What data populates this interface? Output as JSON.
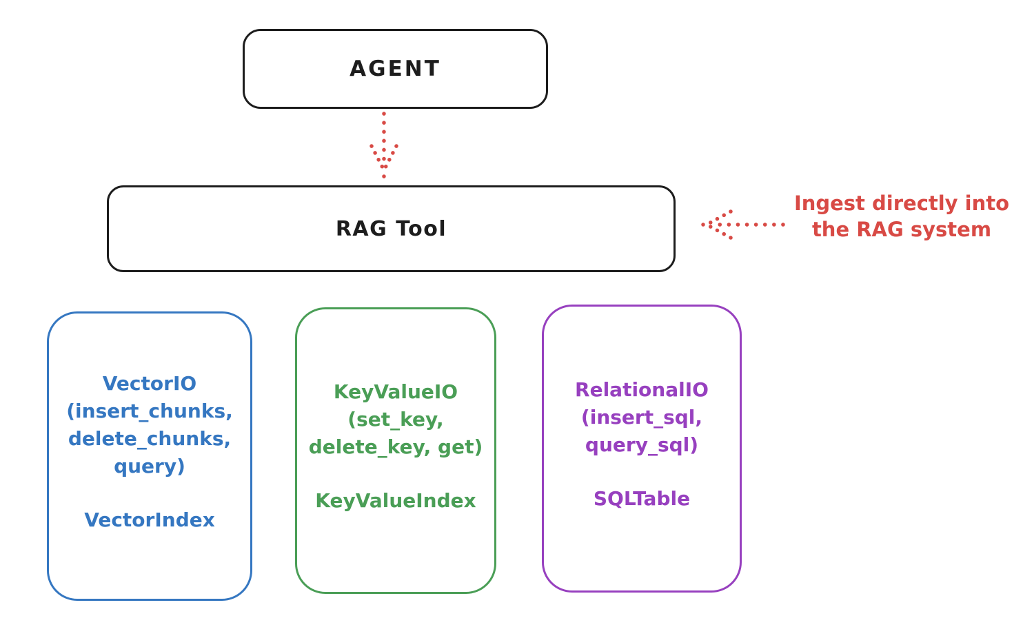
{
  "diagram": {
    "agent": {
      "label": "AGENT"
    },
    "rag_tool": {
      "label": "RAG Tool"
    },
    "annotation": {
      "line1": "Ingest directly into",
      "line2": "the RAG system"
    },
    "backends": [
      {
        "name": "VectorIO",
        "line1": "VectorIO",
        "line2": "(insert_chunks,",
        "line3": "delete_chunks,",
        "line4": "query)",
        "index": "VectorIndex",
        "color": "#3577c1"
      },
      {
        "name": "KeyValueIO",
        "line1": "KeyValueIO",
        "line2": "(set_key,",
        "line3": "delete_key, get)",
        "line4": "",
        "index": "KeyValueIndex",
        "color": "#4a9e56"
      },
      {
        "name": "RelationalIO",
        "line1": "RelationalIO",
        "line2": "(insert_sql,",
        "line3": "query_sql)",
        "line4": "",
        "index": "SQLTable",
        "color": "#9740bf"
      }
    ],
    "colors": {
      "box_stroke": "#1d1d1d",
      "annotation_red": "#d84a45",
      "background": "#ffffff"
    }
  }
}
